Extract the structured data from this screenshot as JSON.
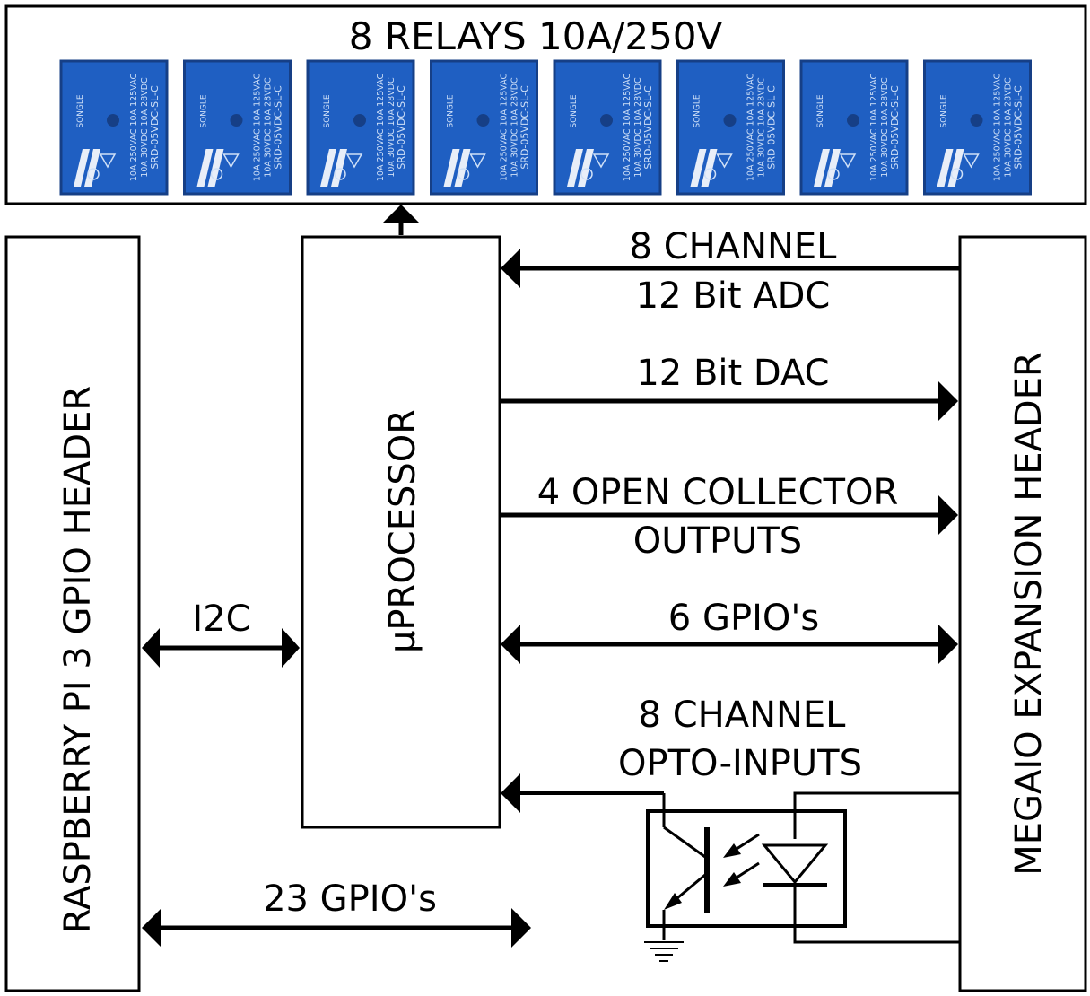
{
  "relays": {
    "title": "8 RELAYS 10A/250V",
    "count": 8,
    "body_color": "#1f5fc2",
    "edge_color": "#163f86",
    "text_color": "#cfe0f7",
    "brand": "SONGLE",
    "rating_line_1": "10A 250VAC 10A 125VAC",
    "rating_line_2": "10A 30VDC 10A 28VDC",
    "part_number": "SRD-05VDC-SL-C"
  },
  "blocks": {
    "rpi_header": "RASPBERRY PI 3 GPIO HEADER",
    "processor": "μPROCESSOR",
    "megaio_header": "MEGAIO EXPANSION HEADER"
  },
  "signals": {
    "adc_line_1": "8 CHANNEL",
    "adc_line_2": "12 Bit ADC",
    "dac": "12 Bit DAC",
    "oc_line_1": "4 OPEN COLLECTOR",
    "oc_line_2": "OUTPUTS",
    "gpio6": "6 GPIO's",
    "opto_line_1": "8 CHANNEL",
    "opto_line_2": "OPTO-INPUTS",
    "i2c": "I2C",
    "gpio23": "23 GPIO's"
  },
  "colors": {
    "line": "#000000",
    "background": "#ffffff"
  }
}
